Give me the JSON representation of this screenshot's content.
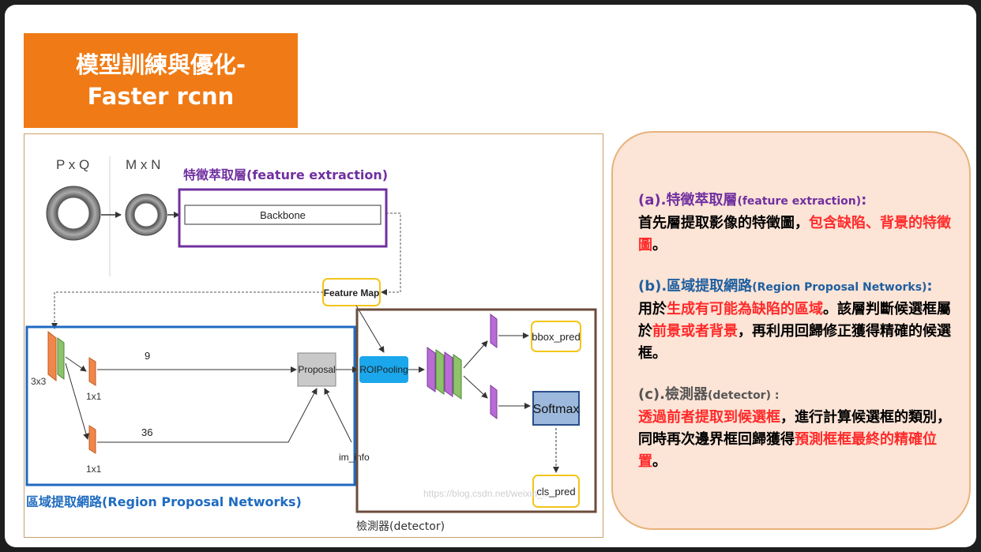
{
  "title": {
    "line1": "模型訓練與優化-",
    "line2": "Faster rcnn"
  },
  "diagram": {
    "label_pxq": "P x Q",
    "label_mxn": "M x N",
    "feature_extraction_caption": "特徵萃取層(feature extraction)",
    "backbone": "Backbone",
    "feature_map": "Feature Map",
    "label_3x3": "3x3",
    "label_1x1_a": "1x1",
    "label_1x1_b": "1x1",
    "label_9": "9",
    "label_36": "36",
    "proposal": "Proposal",
    "im_info": "im_info",
    "roi_pooling": "ROIPooling",
    "bbox_pred": "bbox_pred",
    "softmax": "Softmax",
    "cls_pred": "cls_pred",
    "rpn_caption": "區域提取網路(Region Proposal Networks)",
    "detector_caption": "檢測器(detector)",
    "watermark": "https://blog.csdn.net/weixin_..."
  },
  "panel": {
    "a": {
      "head": "(a).特徵萃取層",
      "head_small": "(feature extraction)",
      "head_colon": ":",
      "t1": "首先層提取影像的特徵圖，",
      "r1": "包含缺陷、背景的特徵圖",
      "t2": "。"
    },
    "b": {
      "head": "(b).區域提取網路",
      "head_small": "(Region Proposal Networks)",
      "head_colon": ":",
      "t1": "用於",
      "r1": "生成有可能為缺陷的區域",
      "t2": "。該層判斷候選框屬於",
      "r2": "前景或者背景",
      "t3": "，再利用回歸修正獲得精確的候選框。"
    },
    "c": {
      "head": "(c).檢測器",
      "head_small": "(detector) :",
      "r1": "透過前者提取到候選框",
      "t1": "，進行計算候選框的類別，同時再次邊界框回歸獲得",
      "r2": "預測框框最終的精確位置",
      "t2": "。"
    }
  },
  "colors": {
    "title_bg": "#f07a15",
    "purple": "#7030a0",
    "blue": "#1f6bc0",
    "detector_border": "#6b4c3b",
    "panel_bg": "#fce4d6",
    "red": "#ff2a2a"
  }
}
